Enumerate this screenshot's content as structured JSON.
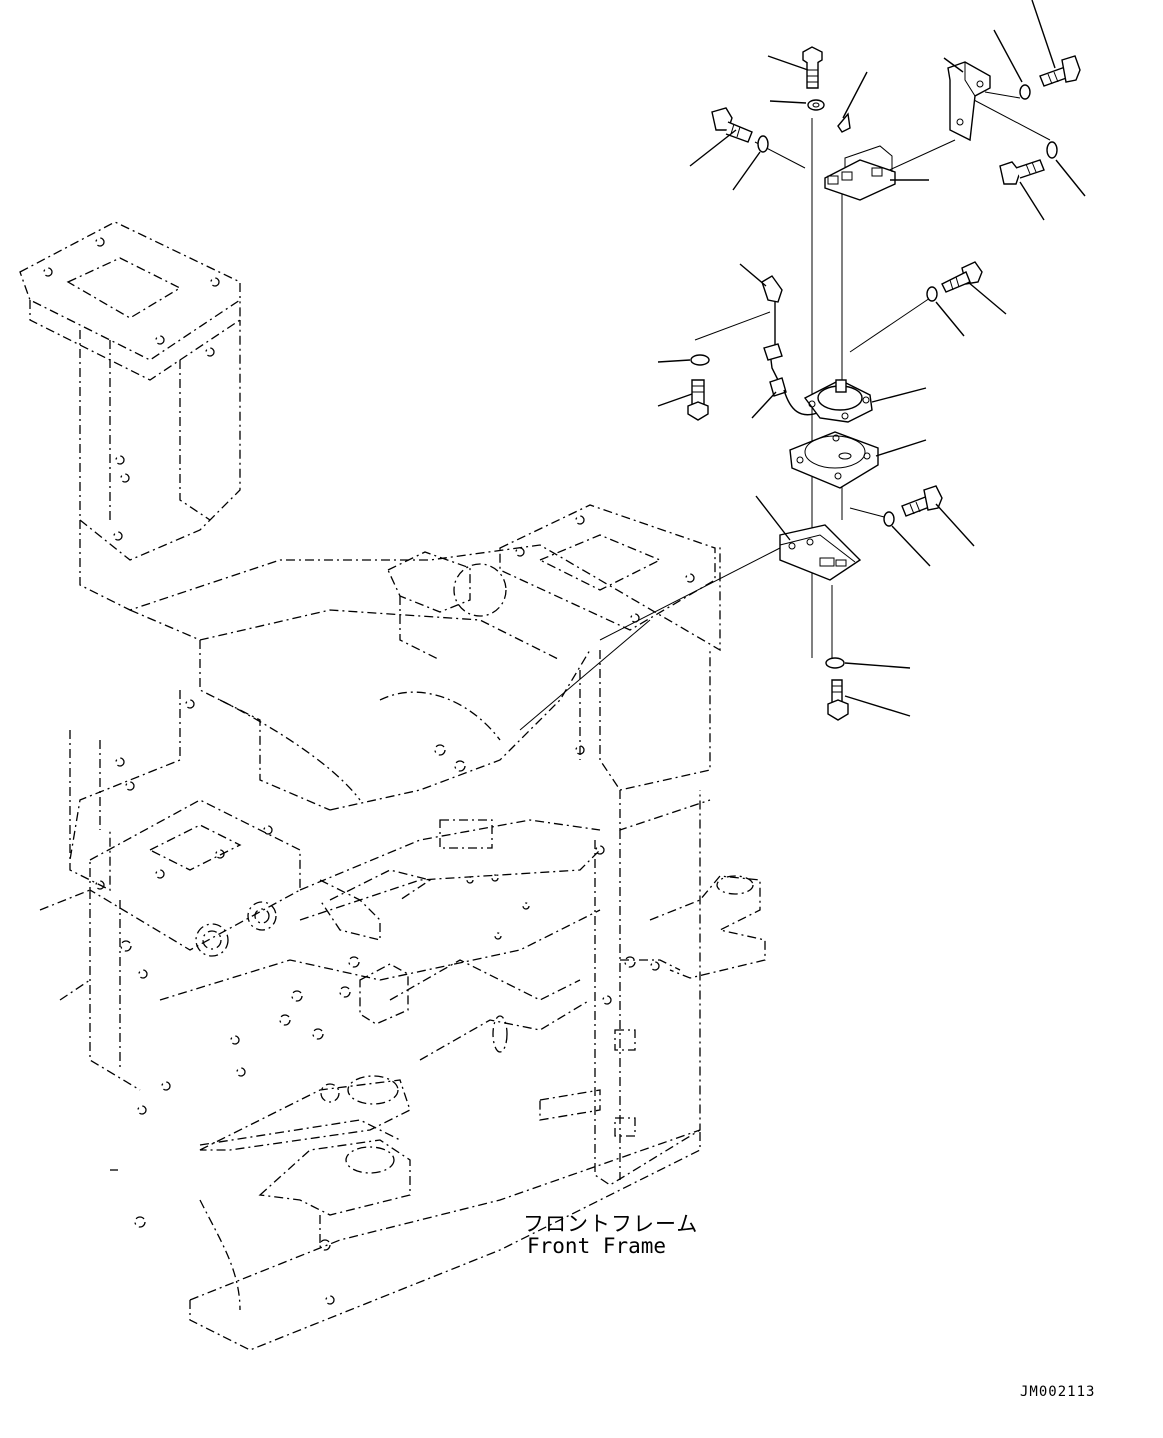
{
  "diagram": {
    "label_jp": "フロントフレーム",
    "label_en": "Front Frame",
    "drawing_code": "JM002113"
  },
  "colors": {
    "ink": "#000000",
    "paper": "#ffffff"
  }
}
